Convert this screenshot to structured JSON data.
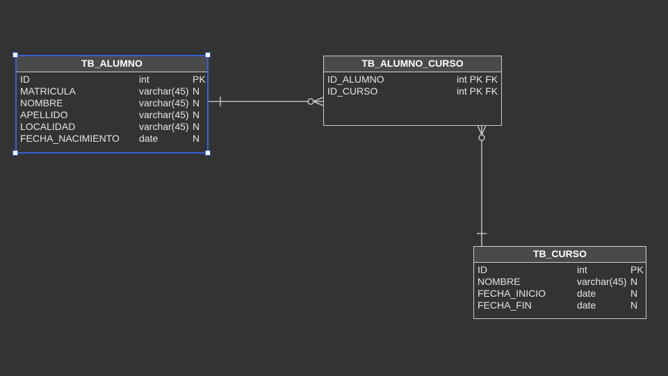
{
  "tables": {
    "alumno": {
      "name": "TB_ALUMNO",
      "rows": [
        {
          "col": "ID",
          "type": "int",
          "key": "PK"
        },
        {
          "col": "MATRICULA",
          "type": "varchar(45)",
          "key": "N"
        },
        {
          "col": "NOMBRE",
          "type": "varchar(45)",
          "key": "N"
        },
        {
          "col": "APELLIDO",
          "type": "varchar(45)",
          "key": "N"
        },
        {
          "col": "LOCALIDAD",
          "type": "varchar(45)",
          "key": "N"
        },
        {
          "col": "FECHA_NACIMIENTO",
          "type": "date",
          "key": "N"
        }
      ]
    },
    "alumno_curso": {
      "name": "TB_ALUMNO_CURSO",
      "rows": [
        {
          "col": "ID_ALUMNO",
          "type": "int PK FK",
          "key": ""
        },
        {
          "col": "ID_CURSO",
          "type": "int PK FK",
          "key": ""
        }
      ]
    },
    "curso": {
      "name": "TB_CURSO",
      "rows": [
        {
          "col": "ID",
          "type": "int",
          "key": "PK"
        },
        {
          "col": "NOMBRE",
          "type": "varchar(45)",
          "key": "N"
        },
        {
          "col": "FECHA_INICIO",
          "type": "date",
          "key": "N"
        },
        {
          "col": "FECHA_FIN",
          "type": "date",
          "key": "N"
        }
      ]
    }
  },
  "relationships": [
    {
      "from": "TB_ALUMNO",
      "to": "TB_ALUMNO_CURSO",
      "from_cardinality": "one",
      "to_cardinality": "zero-or-many"
    },
    {
      "from": "TB_CURSO",
      "to": "TB_ALUMNO_CURSO",
      "from_cardinality": "one",
      "to_cardinality": "zero-or-many"
    }
  ],
  "colors": {
    "background": "#333333",
    "header": "#4a4a4a",
    "border": "#cfcfcf",
    "selection": "#3a63d6",
    "text": "#e6e6e6"
  }
}
